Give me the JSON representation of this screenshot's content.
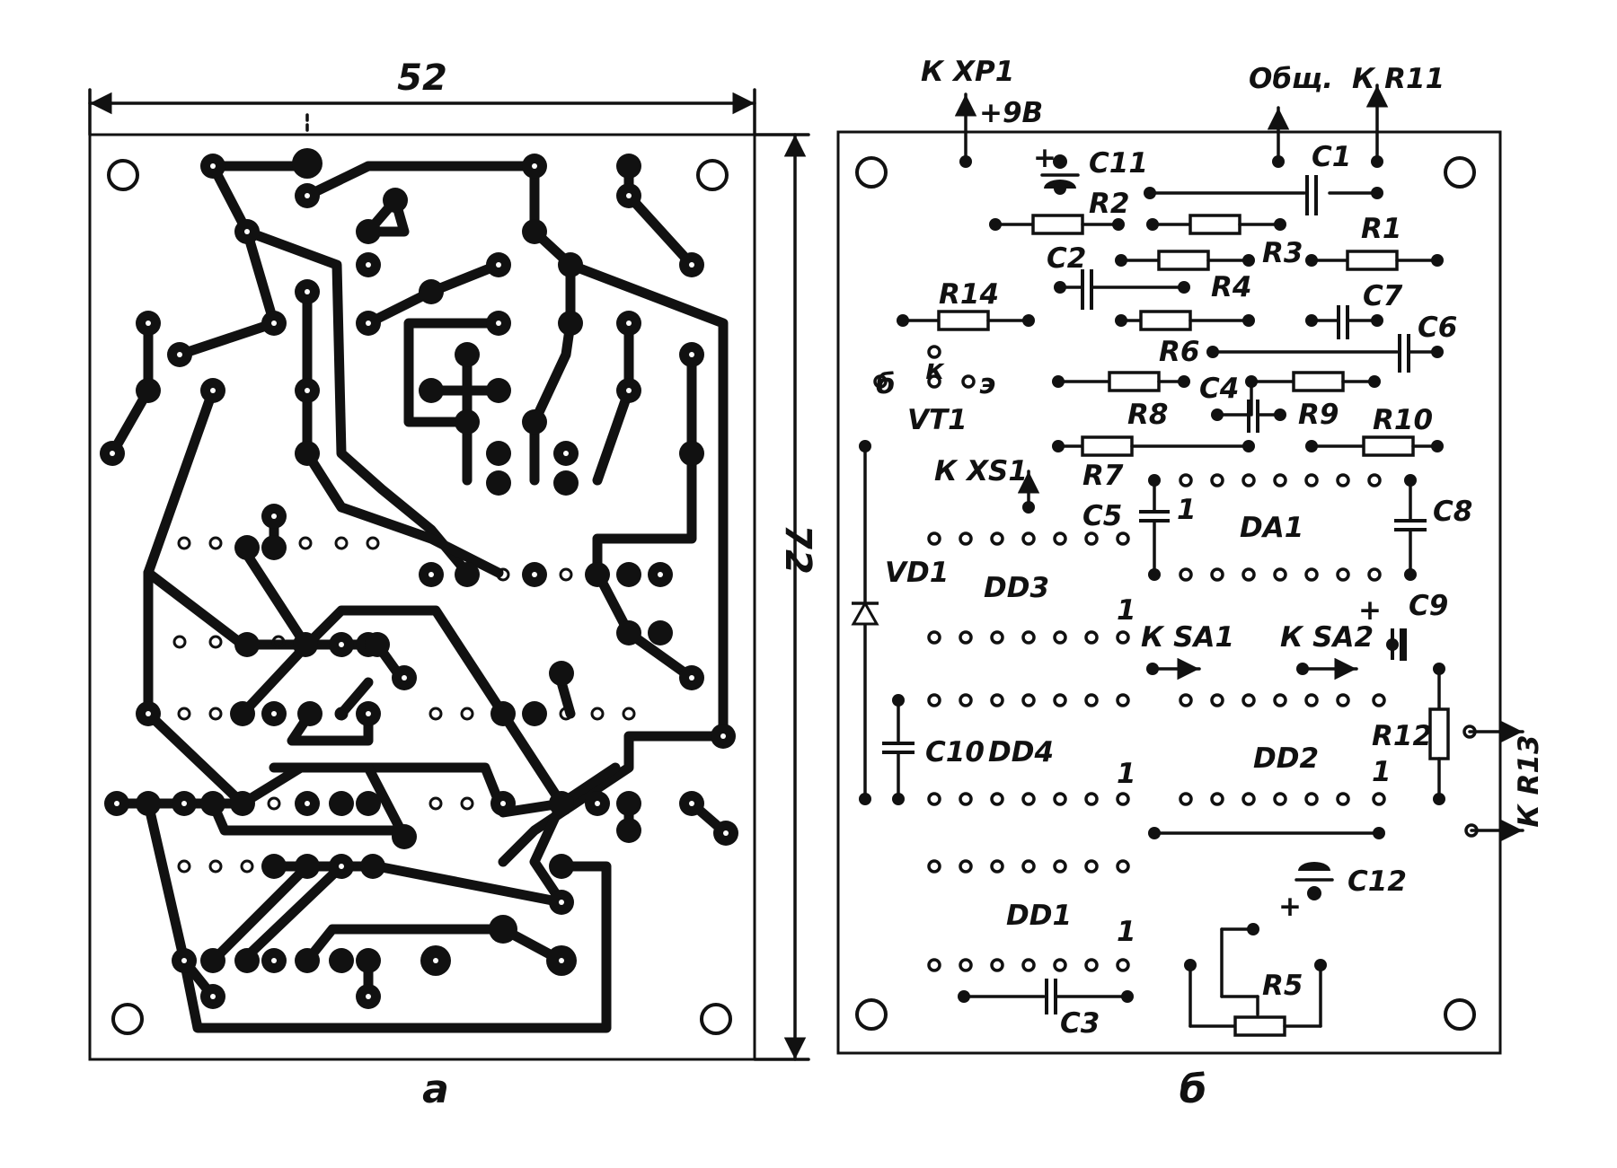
{
  "view_a": {
    "caption": "а",
    "width_dim": "52",
    "height_dim": "72"
  },
  "view_b": {
    "caption": "б",
    "labels": {
      "xp1": "К ХР1",
      "plus9v": "+9В",
      "common": "Общ.",
      "r11": "К R11",
      "c11": "C11",
      "c1": "C1",
      "r2": "R2",
      "r3": "R3",
      "r1": "R1",
      "c2": "C2",
      "r4": "R4",
      "r14": "R14",
      "c7": "C7",
      "r6": "R6",
      "c6": "C6",
      "pin_b": "б",
      "pin_k": "к",
      "pin_e": "э",
      "r8": "R8",
      "c4": "C4",
      "r9": "R9",
      "vt1": "VT1",
      "r10": "R10",
      "xs1": "К ХS1",
      "r7": "R7",
      "c5": "C5",
      "pin1_da1": "1",
      "da1": "DA1",
      "c8": "C8",
      "vd1": "VD1",
      "dd3": "DD3",
      "pin1_dd3": "1",
      "c9": "C9",
      "sa1": "К SA1",
      "sa2": "К SA2",
      "r12": "R12",
      "c10": "C10",
      "dd4": "DD4",
      "pin1_dd4": "1",
      "dd2": "DD2",
      "pin1_dd2": "1",
      "r13": "К R13",
      "c12": "C12",
      "dd1": "DD1",
      "pin1_dd1": "1",
      "r5": "R5",
      "c3": "C3",
      "plus_c9": "+",
      "plus_c11": "+",
      "plus_c12": "+"
    }
  }
}
